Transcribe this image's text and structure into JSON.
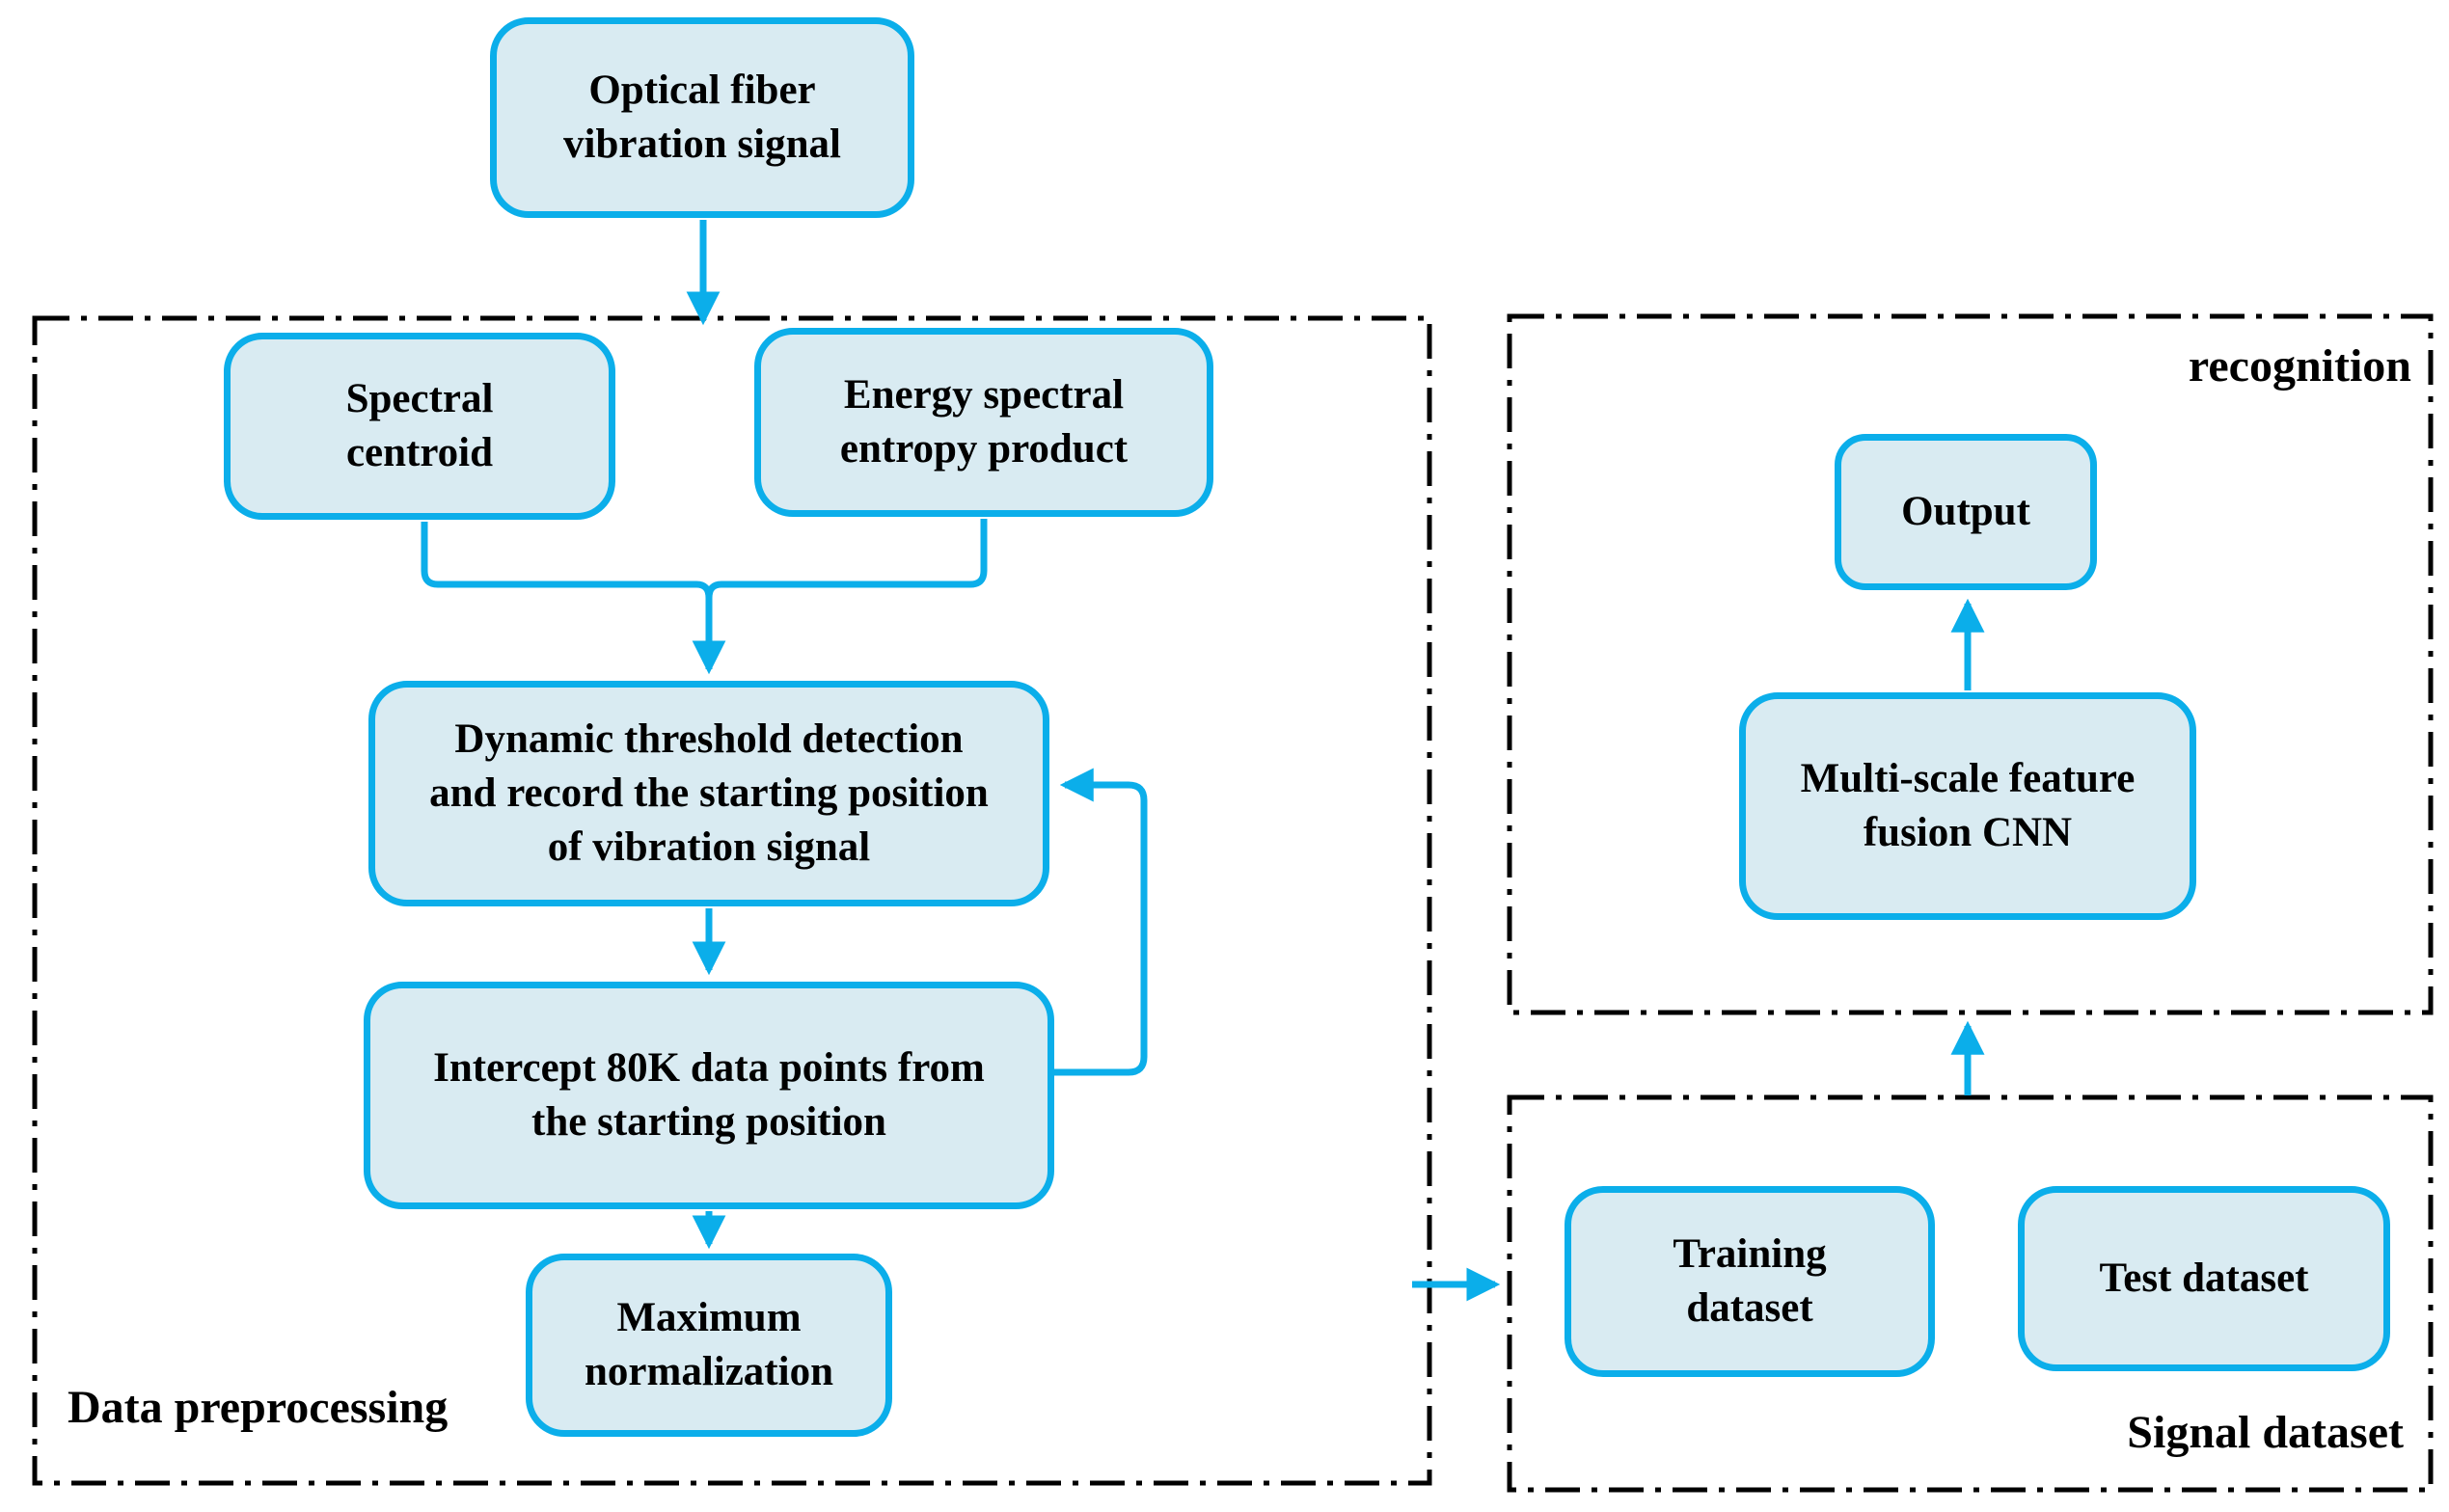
{
  "boxes": {
    "optical": {
      "label": "Optical fiber\nvibration signal"
    },
    "spectral": {
      "label": "Spectral\ncentroid"
    },
    "energy": {
      "label": "Energy spectral\nentropy product"
    },
    "dynamic": {
      "label": "Dynamic threshold detection\nand record the starting position\nof vibration signal"
    },
    "intercept": {
      "label": "Intercept 80K data points from\nthe starting position"
    },
    "maximum": {
      "label": "Maximum\nnormalization"
    },
    "training": {
      "label": "Training\ndataset"
    },
    "test": {
      "label": "Test dataset"
    },
    "output": {
      "label": "Output"
    },
    "cnn": {
      "label": "Multi-scale feature\nfusion CNN"
    }
  },
  "containers": {
    "preprocessing": {
      "label": "Data preprocessing"
    },
    "recognition": {
      "label": "recognition"
    },
    "signal": {
      "label": "Signal dataset"
    }
  },
  "colors": {
    "accent": "#0BAEEA",
    "box_fill": "#D9EBF2",
    "dash_border": "#000000",
    "text": "#000000"
  }
}
